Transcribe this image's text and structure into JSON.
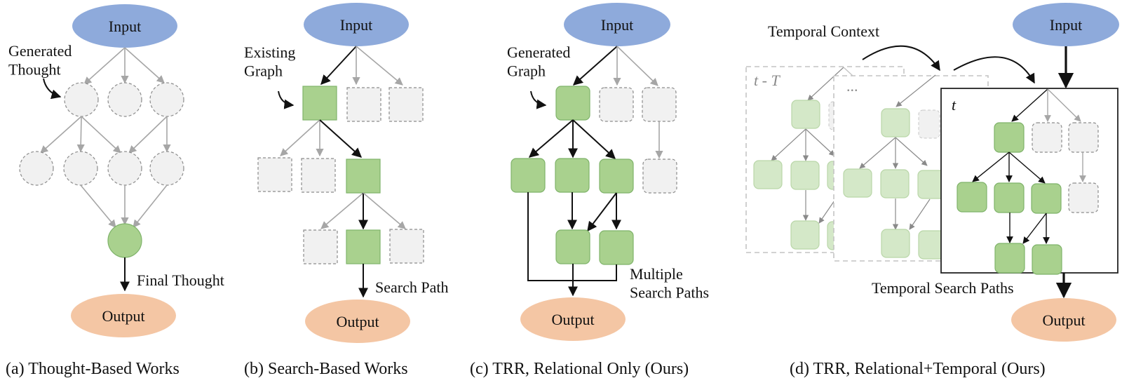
{
  "figure": {
    "colors": {
      "input_fill": "#8eaadb",
      "output_fill": "#f4c6a4",
      "active_fill": "#a9d18e",
      "active_stroke": "#7fb36a",
      "faded_fill": "#d4e8c8",
      "faded_stroke": "#b9d6a8",
      "inactive_fill": "#f1f1f1",
      "inactive_stroke": "#8c8c8c",
      "gray_edge": "#a6a6a6",
      "dark_edge": "#111111",
      "frame_dashed": "#c4c4c4"
    },
    "panels": [
      {
        "id": "a",
        "caption": "(a) Thought-Based Works",
        "input_label": "Input",
        "output_label": "Output",
        "annotations": {
          "node": "Generated\nThought",
          "path": "Final Thought"
        },
        "node_shape": "circle"
      },
      {
        "id": "b",
        "caption": "(b) Search-Based Works",
        "input_label": "Input",
        "output_label": "Output",
        "annotations": {
          "node": "Existing\nGraph",
          "path": "Search Path"
        },
        "node_shape": "square"
      },
      {
        "id": "c",
        "caption": "(c) TRR, Relational Only (Ours)",
        "input_label": "Input",
        "output_label": "Output",
        "annotations": {
          "node": "Generated\nGraph",
          "path": "Multiple\nSearch Paths"
        },
        "node_shape": "rounded-square"
      },
      {
        "id": "d",
        "caption": "(d) TRR, Relational+Temporal (Ours)",
        "input_label": "Input",
        "output_label": "Output",
        "annotations": {
          "context": "Temporal Context",
          "path": "Temporal Search Paths",
          "frame_past": "t - T",
          "frame_middle": "...",
          "frame_current": "t"
        },
        "node_shape": "rounded-square"
      }
    ]
  }
}
